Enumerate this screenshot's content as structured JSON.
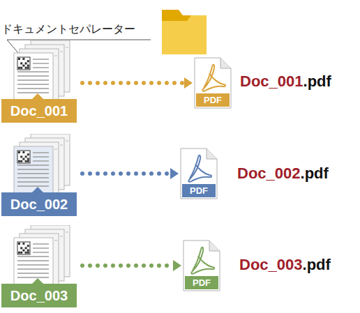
{
  "diagram": {
    "nodes": [
      {
        "text": [
          "Doc_001"
        ]
      },
      {
        "text": [
          "PDF"
        ]
      },
      {
        "text": [
          "Doc_002"
        ]
      },
      {
        "text": [
          "PDF"
        ]
      },
      {
        "text": [
          "Doc_003"
        ]
      },
      {
        "text": [
          "PDF"
        ]
      }
    ],
    "edges": [
      {
        "from": 0,
        "to": 1,
        "arrow": "to"
      },
      {
        "from": 2,
        "to": 3,
        "arrow": "to"
      },
      {
        "from": 4,
        "to": 5,
        "arrow": "to"
      }
    ],
    "labels": [
      "ドキュメントセパレーター",
      "Doc_001",
      ".pdf",
      "Doc_002",
      ".pdf",
      "Doc_003",
      ".pdf"
    ]
  }
}
